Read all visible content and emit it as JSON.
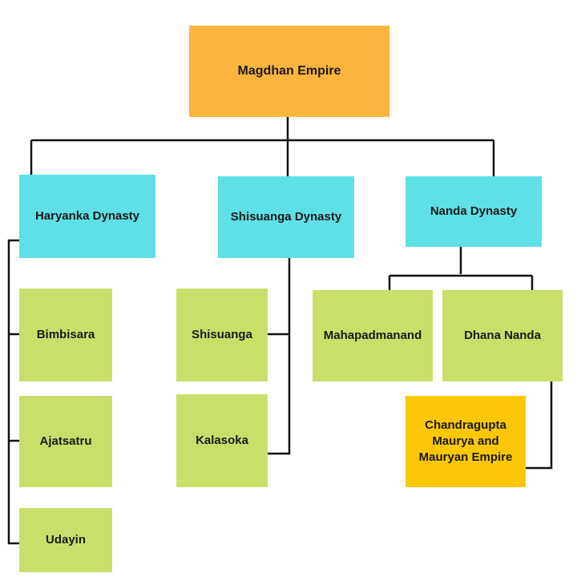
{
  "root": {
    "label": "Magdhan Empire"
  },
  "dynasties": [
    {
      "label": "Haryanka Dynasty",
      "rulers": [
        "Bimbisara",
        "Ajatsatru",
        "Udayin"
      ]
    },
    {
      "label": "Shisuanga Dynasty",
      "rulers": [
        "Shisuanga",
        "Kalasoka"
      ]
    },
    {
      "label": "Nanda Dynasty",
      "rulers": [
        "Mahapadmanand",
        "Dhana Nanda"
      ]
    }
  ],
  "successor": {
    "label": "Chandragupta Maurya and Mauryan Empire"
  },
  "colors": {
    "root": "#fbb43e",
    "dynasty": "#5ee0e6",
    "ruler": "#c8e06a",
    "successor": "#fcc707",
    "connector": "#111111"
  }
}
